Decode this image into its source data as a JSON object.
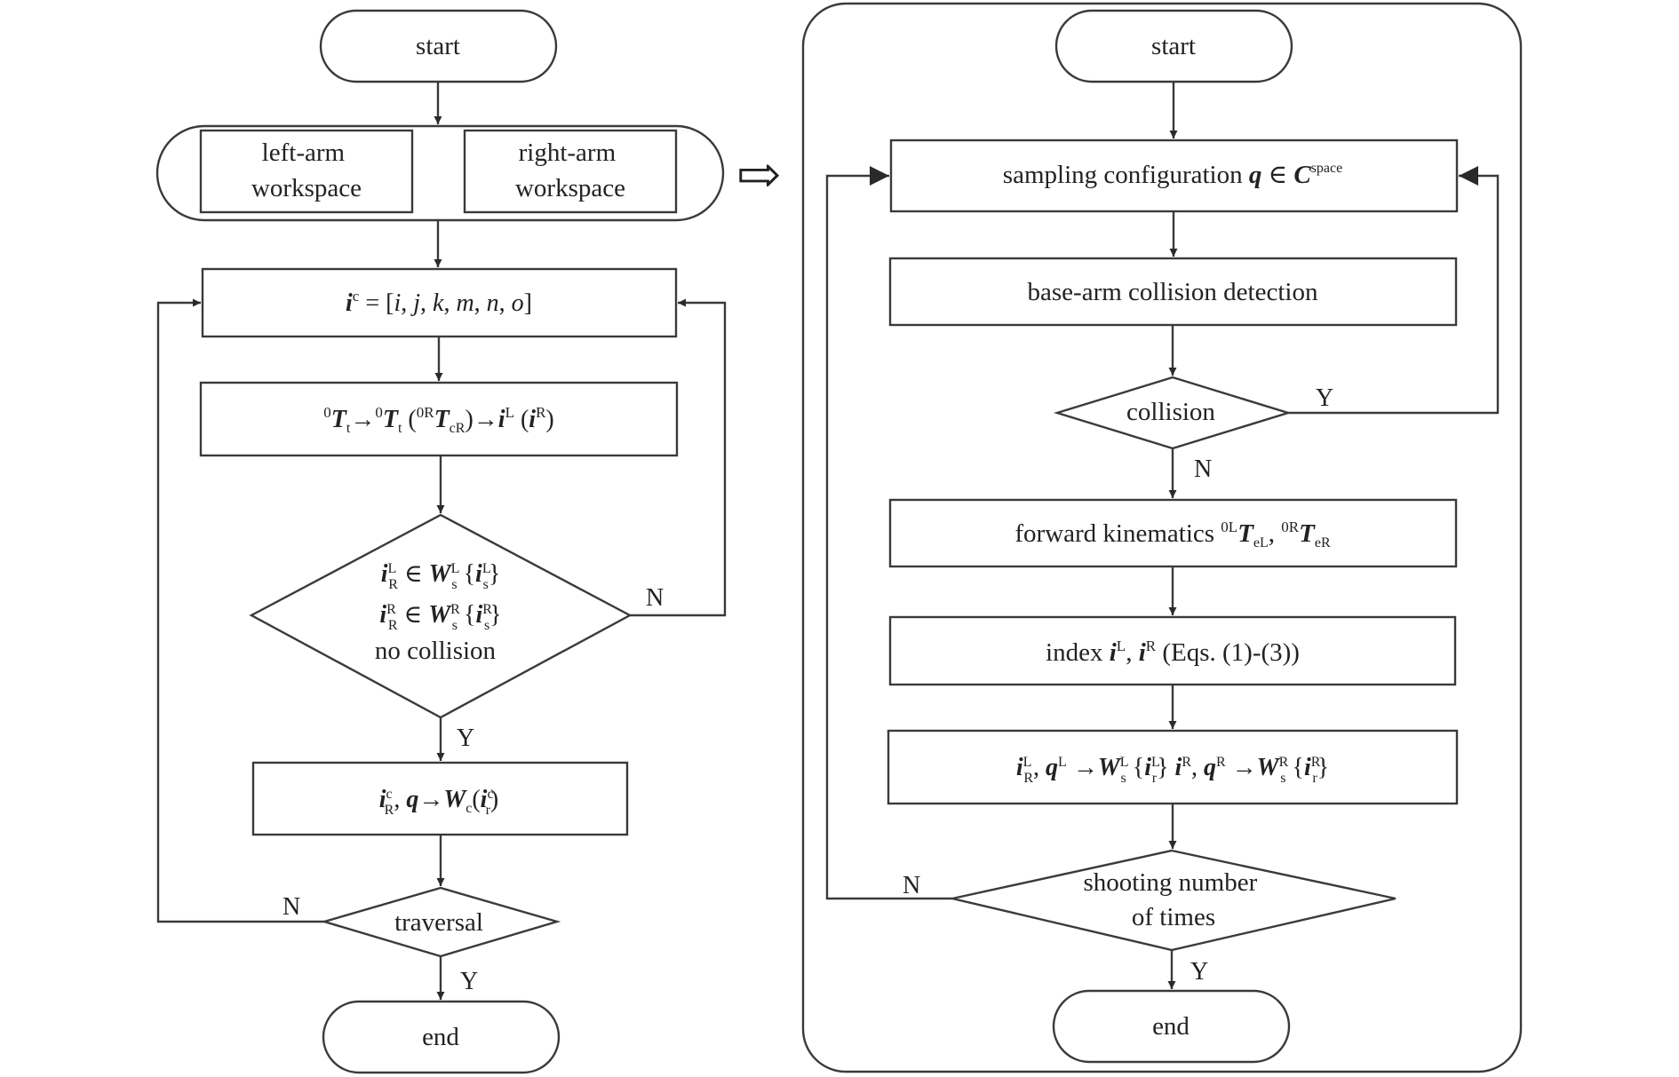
{
  "left": {
    "start": "start",
    "left_workspace": [
      "left-arm",
      "workspace"
    ],
    "right_workspace": [
      "right-arm",
      "workspace"
    ],
    "index_box": {
      "sym": "i",
      "sup": "c",
      "eq": " = [",
      "a": "i",
      "c1": ", ",
      "b": "j",
      "c2": ", ",
      "c": "k",
      "c3": ", ",
      "d": "m",
      "c4": ", ",
      "e": "n",
      "c5": ", ",
      "f": "o",
      "end": "]"
    },
    "transform_box": {
      "p1": "0",
      "T": "T",
      "s1": "t",
      "arrow": "→",
      "p2": "0",
      "s2": "t",
      "open": " (",
      "p3": "0R",
      "s3": "cR",
      "close": ")",
      "arrow2": "→",
      "i": "i",
      "supL": "L",
      "open2": " (",
      "supR": "R",
      "close2": ")"
    },
    "decision": {
      "line1": {
        "i": "i",
        "sub": "R",
        "sup": "L",
        "in": " ∈ ",
        "W": "W",
        "wsub": "s",
        "wsup": "L",
        "b1": " {",
        "ii": "i",
        "isub": "s",
        "isup": "L",
        "b2": "}"
      },
      "line2": {
        "i": "i",
        "sub": "R",
        "sup": "R",
        "in": " ∈ ",
        "W": "W",
        "wsub": "s",
        "wsup": "R",
        "b1": " {",
        "ii": "i",
        "isub": "s",
        "isup": "R",
        "b2": "}"
      },
      "line3": "no collision",
      "no": "N",
      "yes": "Y"
    },
    "store_box": {
      "i": "i",
      "sub": "R",
      "sup": "c",
      "comma": ", ",
      "q": "q",
      "arrow": "→",
      "W": "W",
      "wsub": "c",
      "open": "(",
      "ii": "i",
      "isub": "r",
      "isup": "c",
      "close": ")"
    },
    "traversal": {
      "label": "traversal",
      "no": "N",
      "yes": "Y"
    },
    "end": "end"
  },
  "arrow_between": "⇨",
  "right": {
    "start": "start",
    "sampling": {
      "text": "sampling configuration ",
      "q": "q",
      "in": " ∈ ",
      "C": "C",
      "sup": "space"
    },
    "base_arm": "base-arm collision detection",
    "collision": {
      "label": "collision",
      "yes": "Y",
      "no": "N"
    },
    "fk": {
      "text": "forward kinematics ",
      "p1": "0L",
      "T": "T",
      "s1": "eL",
      "comma": ", ",
      "p2": "0R",
      "s2": "eR"
    },
    "index": {
      "text": "index ",
      "i": "i",
      "supL": "L",
      "comma": ", ",
      "supR": "R",
      "rest": " (Eqs. (1)-(3))"
    },
    "store": {
      "i": "i",
      "sub": "R",
      "supL": "L",
      "comma": ", ",
      "q": "q",
      "arrow": " →",
      "W": "W",
      "wsub": "s",
      "b1": " {",
      "isub": "r",
      "b2": "} ",
      "supR": "R"
    },
    "shooting": {
      "line1": "shooting number",
      "line2": "of times",
      "no": "N",
      "yes": "Y"
    },
    "end": "end"
  }
}
